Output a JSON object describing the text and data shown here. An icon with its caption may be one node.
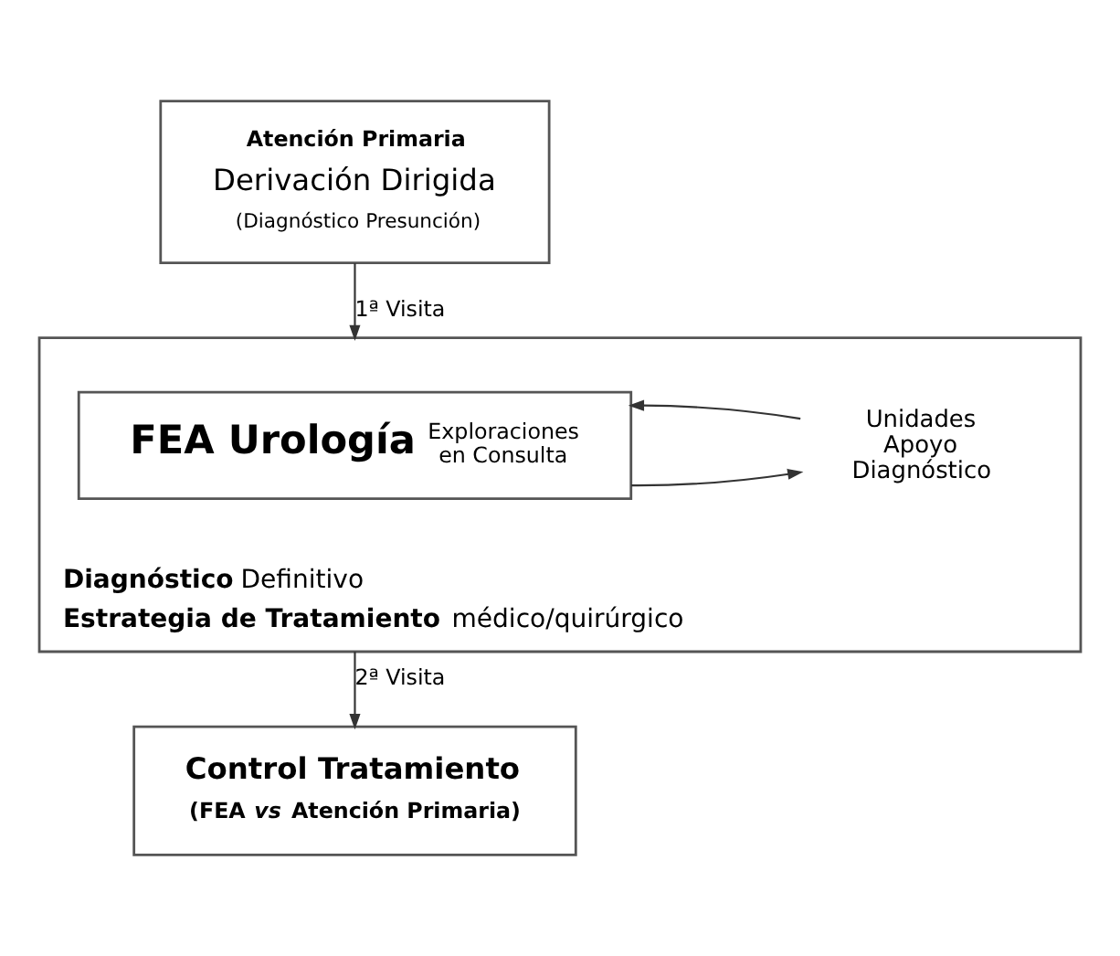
{
  "diagram": {
    "nodes": [
      {
        "text": [
          "Atención Primaria",
          "Derivación Dirigida",
          "(Diagnóstico Presunción)"
        ]
      },
      {
        "text": [
          "**Diagnóstico** Definitivo",
          "**Estrategia de Tratamiento** médico/quirúrgico"
        ]
      },
      {
        "text": [
          "FEA Urología",
          "Exploraciones en Consulta"
        ],
        "in": 1
      },
      {
        "text": [
          "Unidades Apoyo Diagnóstico"
        ],
        "in": 1
      },
      {
        "text": [
          "Control Tratamiento",
          "(FEA *vs* Atención Primaria)"
        ]
      }
    ],
    "edges": [
      {
        "from": 0,
        "to": 1,
        "arrow": "to",
        "label": "1ª Visita"
      },
      {
        "from": 2,
        "to": 3,
        "arrow": "to"
      },
      {
        "from": 3,
        "to": 2,
        "arrow": "to"
      },
      {
        "from": 1,
        "to": 4,
        "arrow": "to",
        "label": "2ª Visita"
      }
    ]
  }
}
